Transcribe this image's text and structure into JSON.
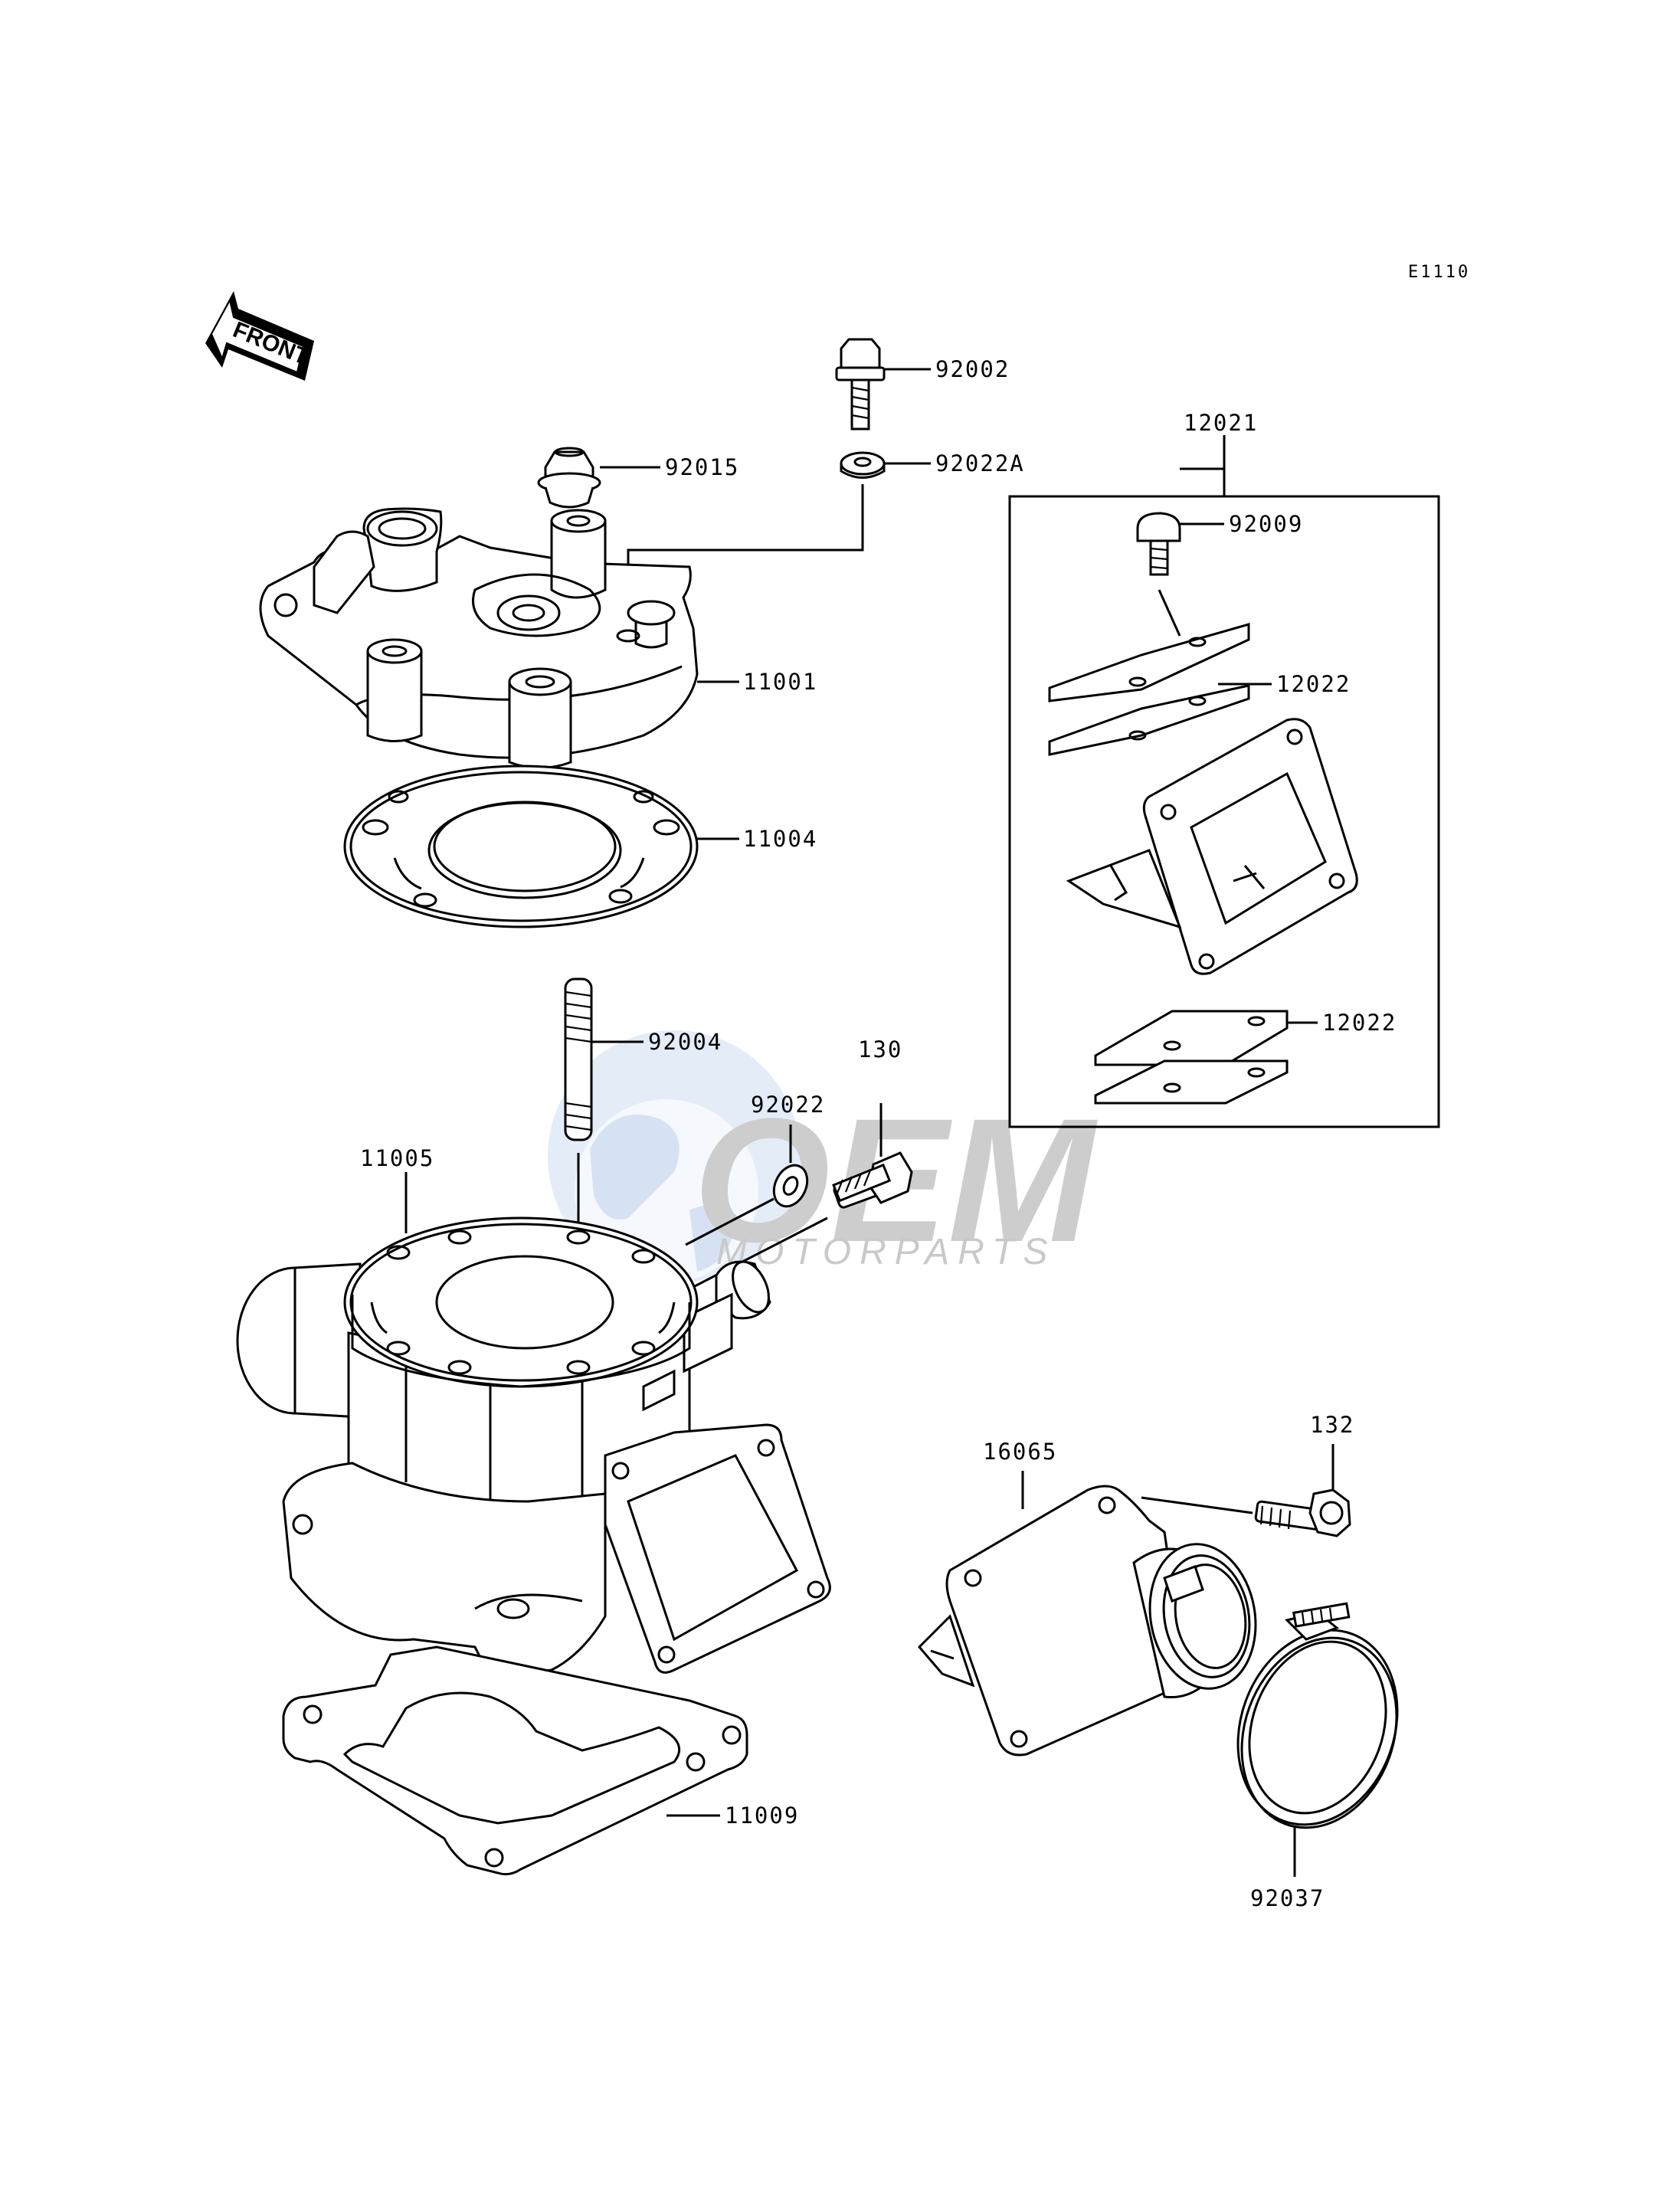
{
  "diagram_code": "E1110",
  "front_label": "FRONT",
  "watermark": {
    "logo": "OEM",
    "text": "MOTORPARTS",
    "color": "#bdbdbd"
  },
  "parts": {
    "p92002": "92002",
    "p92015": "92015",
    "p92022A": "92022A",
    "p12021": "12021",
    "p92009": "92009",
    "p11001": "11001",
    "p12022a": "12022",
    "p11004": "11004",
    "p12022b": "12022",
    "p92004": "92004",
    "p130": "130",
    "p92022": "92022",
    "p11005": "11005",
    "p16065": "16065",
    "p132": "132",
    "p11009": "11009",
    "p92037": "92037"
  }
}
